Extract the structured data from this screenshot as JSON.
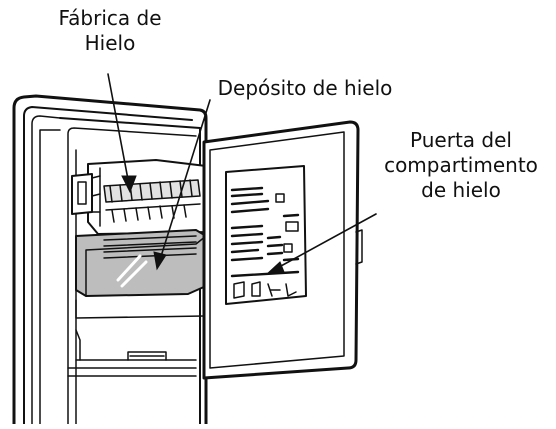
{
  "labels": {
    "ice_maker": [
      "Fábrica de",
      "Hielo"
    ],
    "ice_bin": [
      "Depósito de hielo"
    ],
    "ice_compartment_door": [
      "Puerta del",
      "compartimento",
      "de hielo"
    ]
  },
  "colors": {
    "line": "#111111",
    "shade": "#bdbdbd",
    "light_shade": "#e2e2e2",
    "background": "#ffffff"
  }
}
